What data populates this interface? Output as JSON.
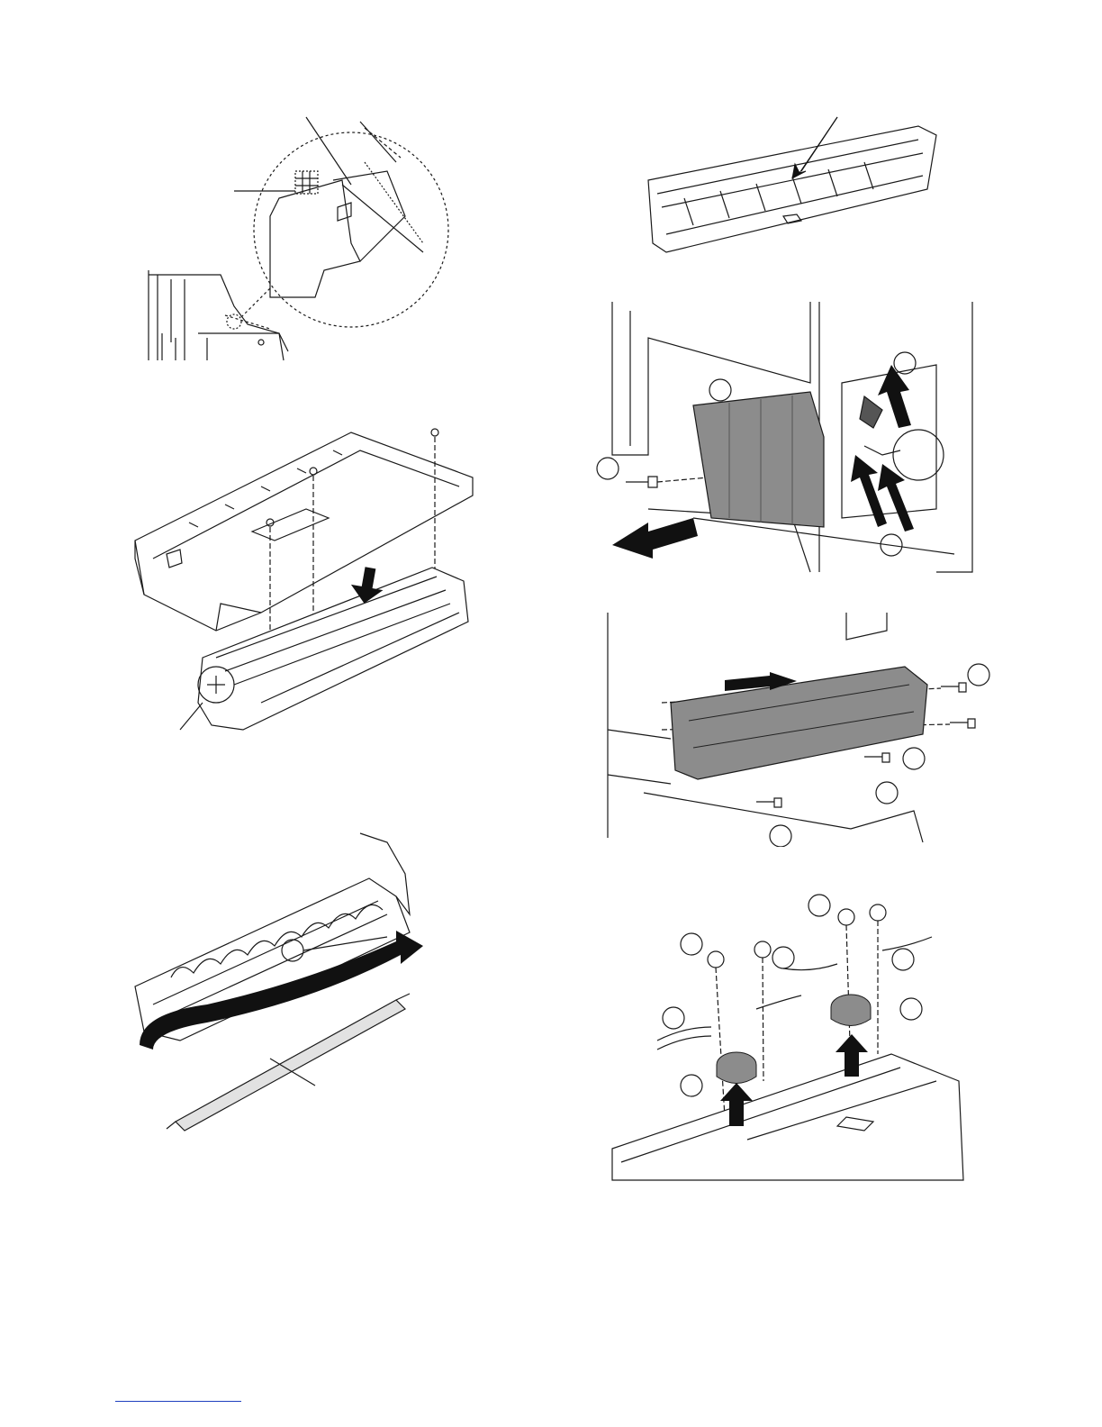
{
  "page": {
    "figures": [
      {
        "name": "fig-guide-sheet-detail",
        "caption": ""
      },
      {
        "name": "fig-cover-attachment",
        "caption": ""
      },
      {
        "name": "fig-auger-roller-removal",
        "caption": ""
      },
      {
        "name": "fig-toner-box-top",
        "caption": ""
      },
      {
        "name": "fig-side-cover-removal",
        "caption": ""
      },
      {
        "name": "fig-fusing-unit-removal",
        "caption": ""
      },
      {
        "name": "fig-thermostat-removal",
        "caption": ""
      }
    ],
    "footer_link": ""
  },
  "colors": {
    "line": "#1a1a1a",
    "fill_gray": "#8c8c8c",
    "arrow": "#111111",
    "link": "#1f3fbf"
  }
}
